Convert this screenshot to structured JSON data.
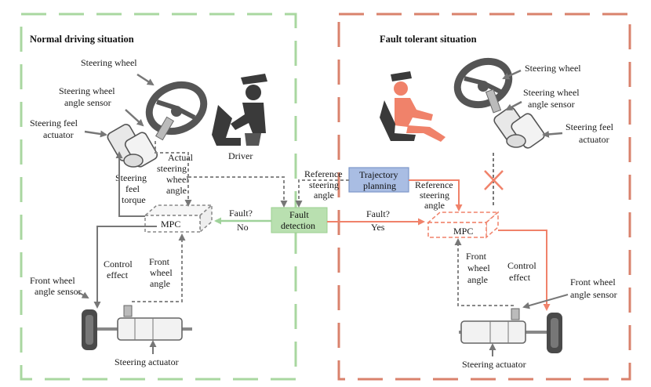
{
  "left": {
    "title": "Normal driving situation",
    "steering_wheel": "Steering wheel",
    "angle_sensor": [
      "Steering wheel",
      "angle sensor"
    ],
    "feel_actuator": [
      "Steering feel",
      "actuator"
    ],
    "driver": "Driver",
    "feel_torque": [
      "Steering",
      "feel",
      "torque"
    ],
    "actual_angle": [
      "Actual",
      "steering",
      "wheel",
      "angle"
    ],
    "mpc": "MPC",
    "fault_no": [
      "Fault?",
      "No"
    ],
    "control_effect": [
      "Control",
      "effect"
    ],
    "front_wheel_angle": [
      "Front",
      "wheel",
      "angle"
    ],
    "front_wheel_sensor": [
      "Front wheel",
      "angle sensor"
    ],
    "steering_actuator": "Steering actuator"
  },
  "center": {
    "fault_detection": [
      "Fault",
      "detection"
    ],
    "trajectory_planning": [
      "Trajectory",
      "planning"
    ],
    "reference_angle_left": [
      "Reference",
      "steering",
      "angle"
    ],
    "reference_angle_right": [
      "Reference",
      "steering",
      "angle"
    ]
  },
  "right": {
    "title": "Fault tolerant situation",
    "steering_wheel": "Steering wheel",
    "angle_sensor": [
      "Steering wheel",
      "angle sensor"
    ],
    "feel_actuator": [
      "Steering feel",
      "actuator"
    ],
    "fault_yes": [
      "Fault?",
      "Yes"
    ],
    "mpc": "MPC",
    "front_wheel_angle": [
      "Front",
      "wheel",
      "angle"
    ],
    "control_effect": [
      "Control",
      "effect"
    ],
    "front_wheel_sensor": [
      "Front wheel",
      "angle sensor"
    ],
    "steering_actuator": "Steering actuator"
  },
  "colors": {
    "normal_border": "#a9d7a0",
    "fault_border": "#d9826c",
    "fault_accent": "#f0826a",
    "fault_detection_fill": "#b9e0b0",
    "trajectory_fill": "#a9bde3",
    "gray": "#7a7a7a"
  },
  "icons": [
    "driver-icon",
    "steering-wheel-icon",
    "steering-feel-actuator-icon",
    "wheel-icon",
    "steering-actuator-icon",
    "cross-mark-icon"
  ]
}
